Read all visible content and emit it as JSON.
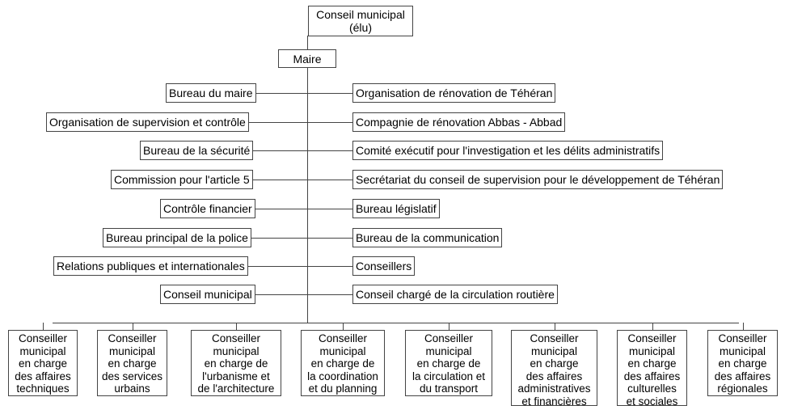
{
  "council": "Conseil municipal\n(élu)",
  "mayor": "Maire",
  "left": [
    "Bureau du maire",
    "Organisation de supervision et contrôle",
    "Bureau de la sécurité",
    "Commission pour l'article 5",
    "Contrôle financier",
    "Bureau principal de la police",
    "Relations publiques et internationales",
    "Conseil municipal"
  ],
  "right": [
    "Organisation de rénovation de Téhéran",
    "Compagnie de rénovation Abbas - Abbad",
    "Comité exécutif pour l'investigation et les délits administratifs",
    "Secrétariat du conseil de supervision pour le développement de Téhéran",
    "Bureau législatif",
    "Bureau de la communication",
    "Conseillers",
    "Conseil chargé de la circulation routière"
  ],
  "bottom": [
    "Conseiller\nmunicipal\nen charge\ndes affaires\ntechniques",
    "Conseiller\nmunicipal\nen charge\ndes services\nurbains",
    "Conseiller\nmunicipal\nen charge de\nl'urbanisme et\nde l'architecture",
    "Conseiller\nmunicipal\nen charge de\nla coordination\net du planning",
    "Conseiller\nmunicipal\nen charge de\nla circulation et\ndu transport",
    "Conseiller\nmunicipal\nen charge\ndes affaires\nadministratives\net financières",
    "Conseiller\nmunicipal\nen charge\ndes affaires\nculturelles\net sociales",
    "Conseiller\nmunicipal\nen charge\ndes affaires\nrégionales"
  ]
}
